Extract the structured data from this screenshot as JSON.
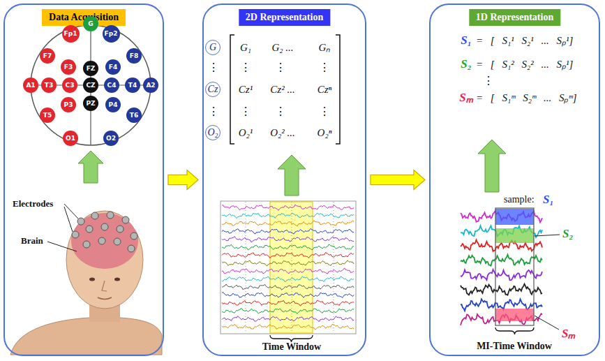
{
  "diagram": {
    "nodes": [
      {
        "text": [
          "Data Acquisition"
        ]
      },
      {
        "text": [
          "2D Representation"
        ]
      },
      {
        "text": [
          "1D Representation"
        ]
      },
      {
        "text": [
          "G"
        ],
        "in": 0
      },
      {
        "text": [
          "Fp1"
        ],
        "in": 0
      },
      {
        "text": [
          "Fp2"
        ],
        "in": 0
      },
      {
        "text": [
          "F7"
        ],
        "in": 0
      },
      {
        "text": [
          "F3"
        ],
        "in": 0
      },
      {
        "text": [
          "FZ"
        ],
        "in": 0
      },
      {
        "text": [
          "F4"
        ],
        "in": 0
      },
      {
        "text": [
          "F8"
        ],
        "in": 0
      },
      {
        "text": [
          "A1"
        ],
        "in": 0
      },
      {
        "text": [
          "T3"
        ],
        "in": 0
      },
      {
        "text": [
          "C3"
        ],
        "in": 0
      },
      {
        "text": [
          "CZ"
        ],
        "in": 0
      },
      {
        "text": [
          "C4"
        ],
        "in": 0
      },
      {
        "text": [
          "T4"
        ],
        "in": 0
      },
      {
        "text": [
          "A2"
        ],
        "in": 0
      },
      {
        "text": [
          "T5"
        ],
        "in": 0
      },
      {
        "text": [
          "P3"
        ],
        "in": 0
      },
      {
        "text": [
          "PZ"
        ],
        "in": 0
      },
      {
        "text": [
          "P4"
        ],
        "in": 0
      },
      {
        "text": [
          "T6"
        ],
        "in": 0
      },
      {
        "text": [
          "O1"
        ],
        "in": 0
      },
      {
        "text": [
          "O2"
        ],
        "in": 0
      },
      {
        "text": [
          "G"
        ],
        "in": 1
      },
      {
        "text": [
          "Cz"
        ],
        "in": 1
      },
      {
        "text": [
          "O₂"
        ],
        "in": 1
      }
    ],
    "edges": [
      {
        "from": 0,
        "to": 1,
        "arrow": "to"
      },
      {
        "from": 1,
        "to": 2,
        "arrow": "to"
      }
    ],
    "labels": [
      "Electrodes",
      "Brain",
      "⋮",
      "⋮",
      "G₁",
      "G₂ ...",
      "Gₙ",
      "⋮",
      "⋮",
      "⋮",
      "Cz¹",
      "Cz² ...",
      "Czⁿ",
      "⋮",
      "⋮",
      "⋮",
      "O₂¹",
      "O₂² ...",
      "O₂ⁿ",
      "Time Window",
      "S₁",
      "= [ S₁¹ S₂¹ ... Sₚ¹]",
      "S₂",
      "= [ S₁² S₂² ... Sₚ¹]",
      "⋮",
      "Sₘ",
      "= [ S₁ᵐ S₂ᵐ ... Sₚᵐ]",
      "sample:",
      "S₁",
      "S₂",
      "Sₘ",
      "MI-Time Window"
    ]
  }
}
